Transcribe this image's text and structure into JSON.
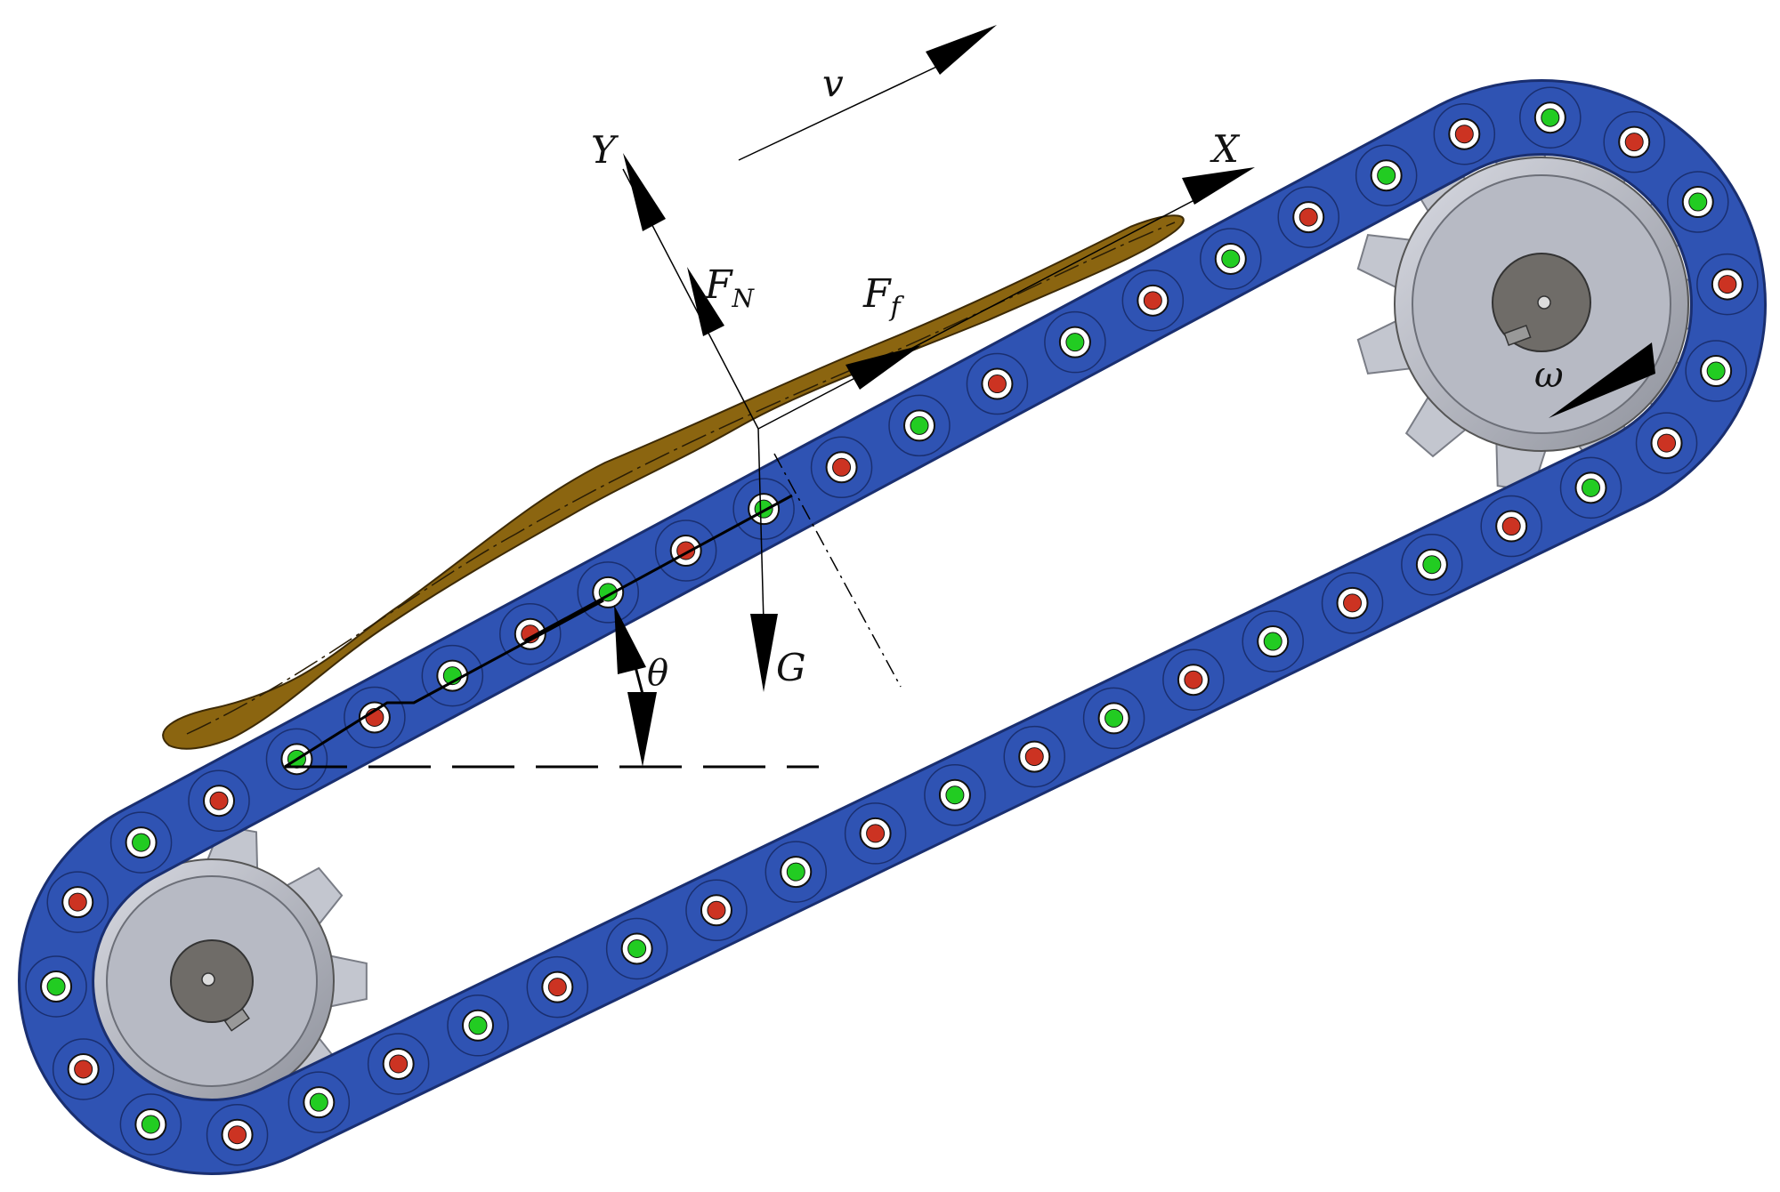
{
  "labels": {
    "velocity": "v",
    "x_axis": "X",
    "y_axis": "Y",
    "normal_force_main": "F",
    "normal_force_sub": "N",
    "friction_force_main": "F",
    "friction_force_sub": "f",
    "gravity": "G",
    "angle": "θ",
    "angular_velocity": "ω"
  },
  "colors": {
    "chain": "#2f53b3",
    "chain_edge": "#1a2f70",
    "roller_ring": "#ffffff",
    "pin_green": "#22cc22",
    "pin_red": "#cc3322",
    "material": "#8b6510",
    "sprocket": "#b9bcc6",
    "sprocket_dark": "#6c6f78",
    "hub": "#6f6c68",
    "arrow": "#000000"
  }
}
